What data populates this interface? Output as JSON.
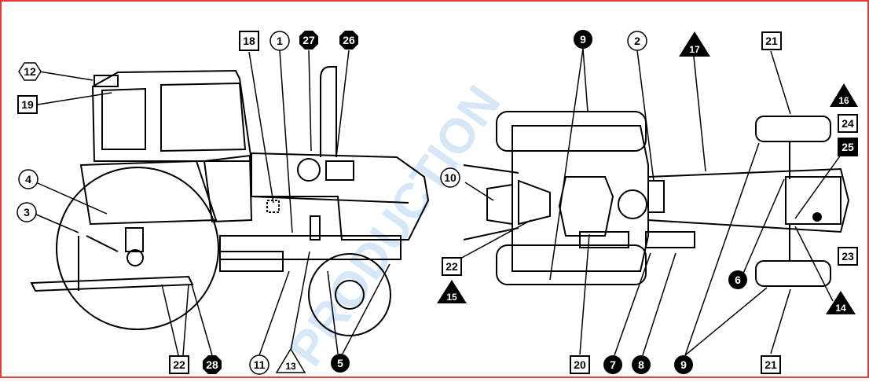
{
  "diagram": {
    "watermark": "PRODUCTION",
    "left_view": {
      "labels": [
        {
          "id": "12",
          "shape": "hexagon"
        },
        {
          "id": "19",
          "shape": "square"
        },
        {
          "id": "4",
          "shape": "circle"
        },
        {
          "id": "3",
          "shape": "circle"
        },
        {
          "id": "18",
          "shape": "square"
        },
        {
          "id": "1",
          "shape": "circle"
        },
        {
          "id": "27",
          "shape": "octagon-filled"
        },
        {
          "id": "26",
          "shape": "octagon-filled"
        },
        {
          "id": "22",
          "shape": "square"
        },
        {
          "id": "28",
          "shape": "octagon-filled"
        },
        {
          "id": "11",
          "shape": "circle"
        },
        {
          "id": "13",
          "shape": "triangle"
        },
        {
          "id": "5",
          "shape": "circle-filled"
        }
      ]
    },
    "top_view": {
      "labels": [
        {
          "id": "9",
          "shape": "circle-filled"
        },
        {
          "id": "2",
          "shape": "circle"
        },
        {
          "id": "17",
          "shape": "triangle-filled"
        },
        {
          "id": "21",
          "shape": "square"
        },
        {
          "id": "16",
          "shape": "triangle-filled"
        },
        {
          "id": "24",
          "shape": "square"
        },
        {
          "id": "25",
          "shape": "square-filled"
        },
        {
          "id": "10",
          "shape": "circle"
        },
        {
          "id": "22",
          "shape": "square"
        },
        {
          "id": "15",
          "shape": "triangle-filled"
        },
        {
          "id": "23",
          "shape": "square"
        },
        {
          "id": "6",
          "shape": "circle-filled"
        },
        {
          "id": "14",
          "shape": "triangle-filled"
        },
        {
          "id": "20",
          "shape": "square"
        },
        {
          "id": "7",
          "shape": "circle-filled"
        },
        {
          "id": "8",
          "shape": "circle-filled"
        },
        {
          "id": "9",
          "shape": "circle-filled"
        },
        {
          "id": "21",
          "shape": "square"
        }
      ]
    }
  },
  "colors": {
    "border": "#e53935",
    "line": "#000000",
    "watermark": "#cfe3f7"
  }
}
